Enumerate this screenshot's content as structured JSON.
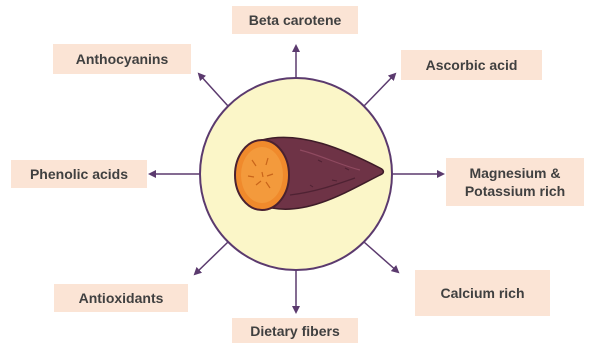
{
  "colors": {
    "label_background": "#fbe4d5",
    "label_text": "#404040",
    "arrow": "#5b3a6e",
    "circle_fill": "#fbf6c8",
    "circle_stroke": "#5b3a6e",
    "potato_skin": "#6e3346",
    "potato_flesh": "#f08a2c"
  },
  "center": {
    "icon": "sweet-potato-icon"
  },
  "labels": {
    "beta_carotene": "Beta carotene",
    "anthocyanins": "Anthocyanins",
    "ascorbic_acid": "Ascorbic acid",
    "phenolic_acids": "Phenolic acids",
    "magnesium_potassium": "Magnesium &\nPotassium rich",
    "antioxidants": "Antioxidants",
    "calcium_rich": "Calcium rich",
    "dietary_fibers": "Dietary fibers"
  }
}
